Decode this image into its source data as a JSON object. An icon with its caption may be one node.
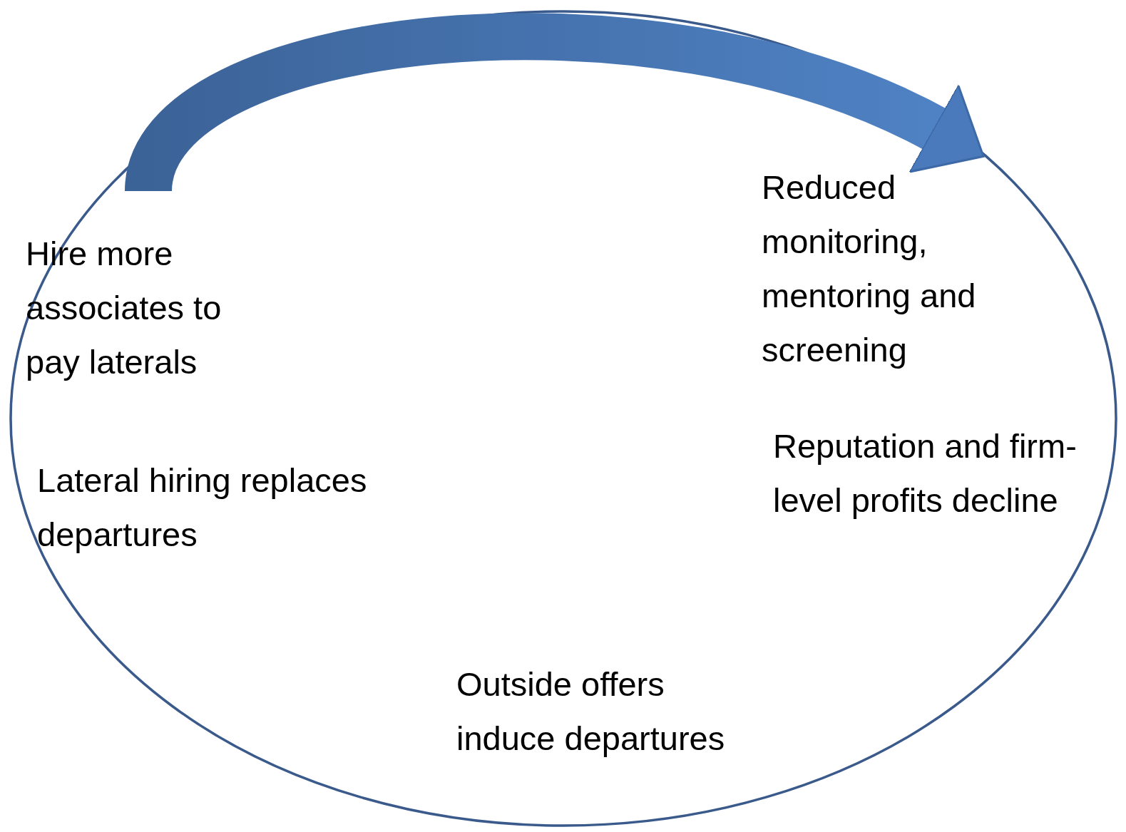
{
  "diagram": {
    "nodes": [
      {
        "text": [
          "Reduced monitoring, mentoring and screening"
        ]
      },
      {
        "text": [
          "Hire more associates to pay laterals"
        ]
      },
      {
        "text": [
          "Reputation and firm-level profits decline"
        ]
      },
      {
        "text": [
          "Lateral hiring replaces departures"
        ]
      },
      {
        "text": [
          "Outside offers induce departures"
        ]
      }
    ],
    "edges": [
      {
        "from": 1,
        "to": 0,
        "arrow": "to",
        "style": "thick"
      }
    ]
  }
}
